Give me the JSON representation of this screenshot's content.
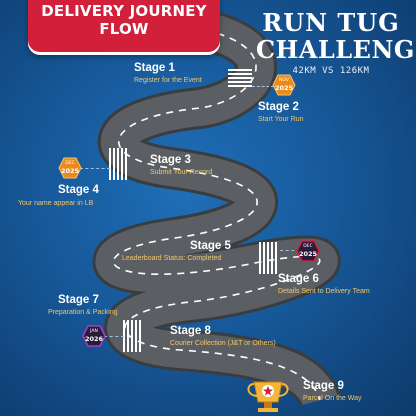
{
  "banner": {
    "line1": "DELIVERY JOURNEY",
    "line2": "FLOW"
  },
  "title": {
    "line1": "RUN TUG",
    "line2": "CHALLENGE",
    "subtitle": "42KM VS 126KM"
  },
  "colors": {
    "background": "#17599a",
    "banner": "#d3203a",
    "road": "#5b5f63",
    "accent": "#f2c66a",
    "badge_orange": "#e88a1c",
    "badge_dark": "#2a1a3a",
    "badge_border_red": "#d3203a",
    "badge_border_purple": "#a23cc7"
  },
  "stages": [
    {
      "label": "Stage 1",
      "desc": "Register for the Event"
    },
    {
      "label": "Stage 2",
      "desc": "Start Your Run"
    },
    {
      "label": "Stage 3",
      "desc": "Submit Your Record"
    },
    {
      "label": "Stage 4",
      "desc": "Your name appear in LB"
    },
    {
      "label": "Stage 5",
      "desc": "Leaderboard Status: Completed"
    },
    {
      "label": "Stage 6",
      "desc": "Details Sent to Delivery Team"
    },
    {
      "label": "Stage 7",
      "desc": "Preparation & Packing"
    },
    {
      "label": "Stage 8",
      "desc": "Courier Collection (J&T or Others)"
    },
    {
      "label": "Stage 9",
      "desc": "Parcel On the Way"
    }
  ],
  "badges": [
    {
      "month": "NOV",
      "year": "2025",
      "style": "orange"
    },
    {
      "month": "DEC",
      "year": "2025",
      "style": "orange"
    },
    {
      "month": "DEC",
      "year": "2025",
      "style": "dark-red"
    },
    {
      "month": "JAN",
      "year": "2026",
      "style": "dark-purple"
    }
  ],
  "finish_icon": "trophy-icon"
}
